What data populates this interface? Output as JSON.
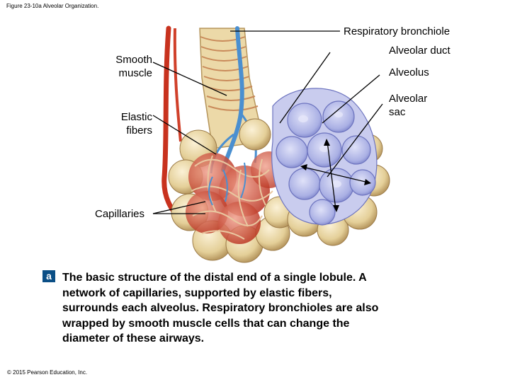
{
  "figure_title": "Figure 23-10a Alveolar Organization.",
  "labels": {
    "respiratory_bronchiole": "Respiratory bronchiole",
    "smooth_muscle": "Smooth\nmuscle",
    "alveolar_duct": "Alveolar duct",
    "alveolus": "Alveolus",
    "elastic_fibers": "Elastic\nfibers",
    "alveolar_sac": "Alveolar\nsac",
    "capillaries": "Capillaries"
  },
  "caption": {
    "badge": "a",
    "text": "The basic structure of the distal end of a single lobule. A network of capillaries, supported by elastic fibers, surrounds each alveolus. Respiratory bronchioles are also wrapped by smooth muscle cells that can change the diameter of these airways."
  },
  "copyright": "© 2015 Pearson Education, Inc.",
  "colors": {
    "artery": "#c8321e",
    "vein": "#4a8fd0",
    "alveolus_wall": "#e9d6a6",
    "sac_interior": "#b8bde8",
    "capillary": "#d5402c",
    "leader_line": "#000000"
  }
}
